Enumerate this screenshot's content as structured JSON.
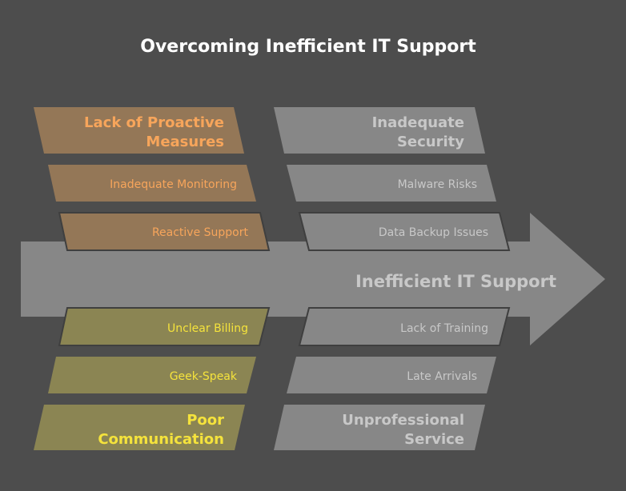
{
  "title": "Overcoming Inefficient IT Support",
  "effect": "Inefficient IT Support",
  "colors": {
    "background": "#4d4d4d",
    "spine": "#878787",
    "orange_fill": "#947757",
    "orange_text": "#f7a55b",
    "olive_fill": "#8b8553",
    "olive_text": "#f5e33c",
    "gray_fill": "#878787",
    "gray_text": "#c8c8c8"
  },
  "categories": {
    "proactive": {
      "line1": "Lack of Proactive",
      "line2": "Measures",
      "causes": [
        "Inadequate Monitoring",
        "Reactive Support"
      ]
    },
    "security": {
      "line1": "Inadequate",
      "line2": "Security",
      "causes": [
        "Malware Risks",
        "Data Backup Issues"
      ]
    },
    "communication": {
      "line1": "Poor",
      "line2": "Communication",
      "causes": [
        "Unclear Billing",
        "Geek-Speak"
      ]
    },
    "service": {
      "line1": "Unprofessional",
      "line2": "Service",
      "causes": [
        "Lack of Training",
        "Late Arrivals"
      ]
    }
  }
}
